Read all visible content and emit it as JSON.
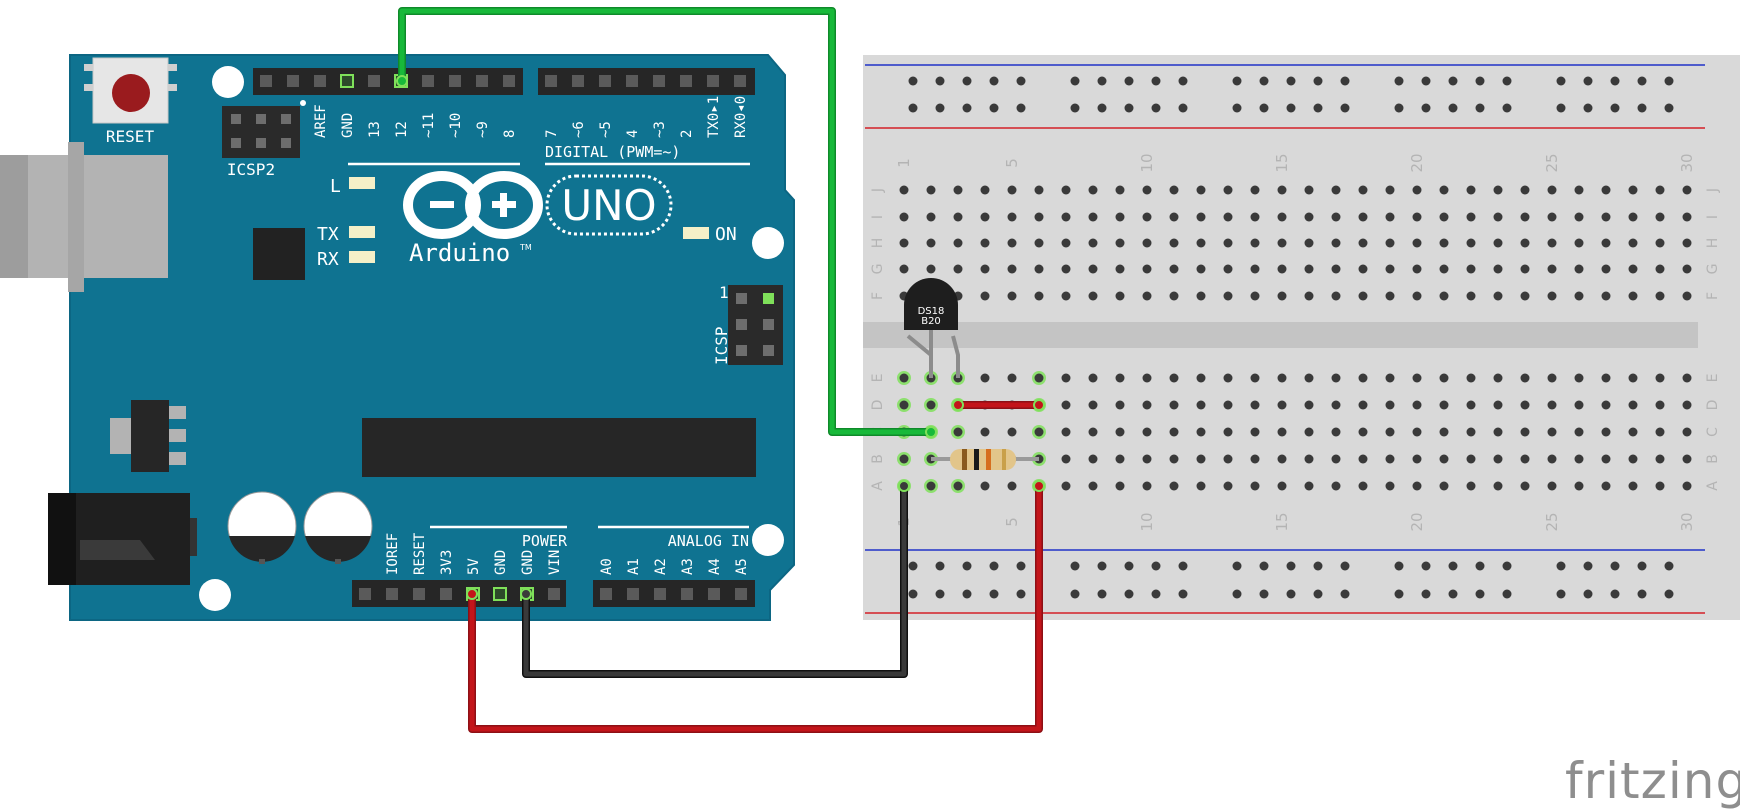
{
  "board": {
    "reset_label": "RESET",
    "icsp2_label": "ICSP2",
    "icsp_label": "ICSP",
    "icsp_pin1": "1",
    "model": "UNO",
    "brand": "Arduino",
    "tm": "TM",
    "led_l": "L",
    "led_tx": "TX",
    "led_rx": "RX",
    "led_on": "ON",
    "digital_label": "DIGITAL (PWM=~)",
    "power_label": "POWER",
    "analog_label": "ANALOG IN",
    "digital_pins_left": [
      "AREF",
      "GND",
      "13",
      "12",
      "~11",
      "~10",
      "~9",
      "8"
    ],
    "digital_pins_right": [
      "7",
      "~6",
      "~5",
      "4",
      "~3",
      "2",
      "TX0▸1",
      "RX0◂0"
    ],
    "power_pins": [
      "IOREF",
      "RESET",
      "3V3",
      "5V",
      "GND",
      "GND",
      "VIN"
    ],
    "analog_pins": [
      "A0",
      "A1",
      "A2",
      "A3",
      "A4",
      "A5"
    ]
  },
  "breadboard": {
    "column_numbers": [
      "1",
      "5",
      "10",
      "15",
      "20",
      "25",
      "30"
    ],
    "rows_top": [
      "J",
      "I",
      "H",
      "G",
      "F"
    ],
    "rows_bottom": [
      "E",
      "D",
      "C",
      "B",
      "A"
    ]
  },
  "sensor": {
    "label_line1": "DS18",
    "label_line2": "B20"
  },
  "wires": [
    {
      "name": "wire-signal-pin12",
      "color": "#18b93a"
    },
    {
      "name": "wire-gnd",
      "color": "#262626"
    },
    {
      "name": "wire-5v",
      "color": "#c3151a"
    },
    {
      "name": "wire-jumper",
      "color": "#c3151a"
    }
  ],
  "colors": {
    "board": "#0f7391",
    "board_dark": "#0b5a72",
    "highlight": "#7fe05a",
    "breadboard": "#d9d9d9",
    "rail_blue": "#2132c8",
    "rail_red": "#d42028"
  },
  "watermark": "fritzing"
}
